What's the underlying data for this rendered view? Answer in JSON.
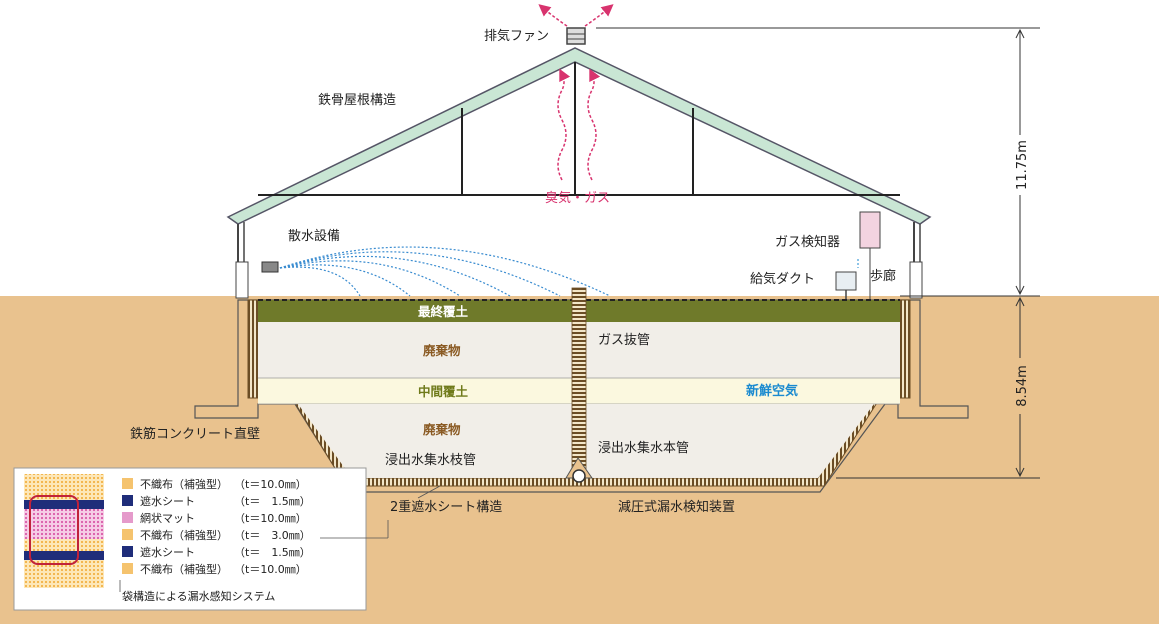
{
  "labels": {
    "exhaust_fan": "排気ファン",
    "roof": "鉄骨屋根構造",
    "odor_gas": "臭気・ガス",
    "sprinkler": "散水設備",
    "gas_detector": "ガス検知器",
    "walkway": "歩廊",
    "supply_duct": "給気ダクト",
    "final_cover": "最終覆土",
    "waste_upper": "廃棄物",
    "gas_pipe": "ガス抜管",
    "fresh_air": "新鮮空気",
    "middle_cover": "中間覆土",
    "waste_lower": "廃棄物",
    "rc_wall": "鉄筋コンクリート直壁",
    "branch_pipe": "浸出水集水枝管",
    "main_pipe": "浸出水集水本管",
    "double_sheet": "2重遮水シート構造",
    "leak_device": "減圧式漏水検知装置"
  },
  "dimensions": {
    "height_upper": "11.75m",
    "height_lower": "8.54m"
  },
  "legend": {
    "items": [
      {
        "name": "不織布（補強型）",
        "thickness": "（t＝10.0㎜）",
        "color": "#f5c36e"
      },
      {
        "name": "遮水シート",
        "thickness": "（t＝　1.5㎜）",
        "color": "#1f2d7a"
      },
      {
        "name": "網状マット",
        "thickness": "（t＝10.0㎜）",
        "color": "#e59acb"
      },
      {
        "name": "不織布（補強型）",
        "thickness": "（t＝　3.0㎜）",
        "color": "#f5c36e"
      },
      {
        "name": "遮水シート",
        "thickness": "（t＝　1.5㎜）",
        "color": "#1f2d7a"
      },
      {
        "name": "不織布（補強型）",
        "thickness": "（t＝10.0㎜）",
        "color": "#f5c36e"
      }
    ],
    "caption": "袋構造による漏水感知システム"
  },
  "colors": {
    "ground": "#e9c28e",
    "roof": "#c9e6d4",
    "final_cover": "#6f7a2a",
    "waste": "#f1eee8",
    "middle_cover": "#fbf8df",
    "liner": "#8a6a3a",
    "fresh_air": "#1a8ad0",
    "odor": "#d8336e",
    "sprinkler": "#3a8cd0"
  }
}
